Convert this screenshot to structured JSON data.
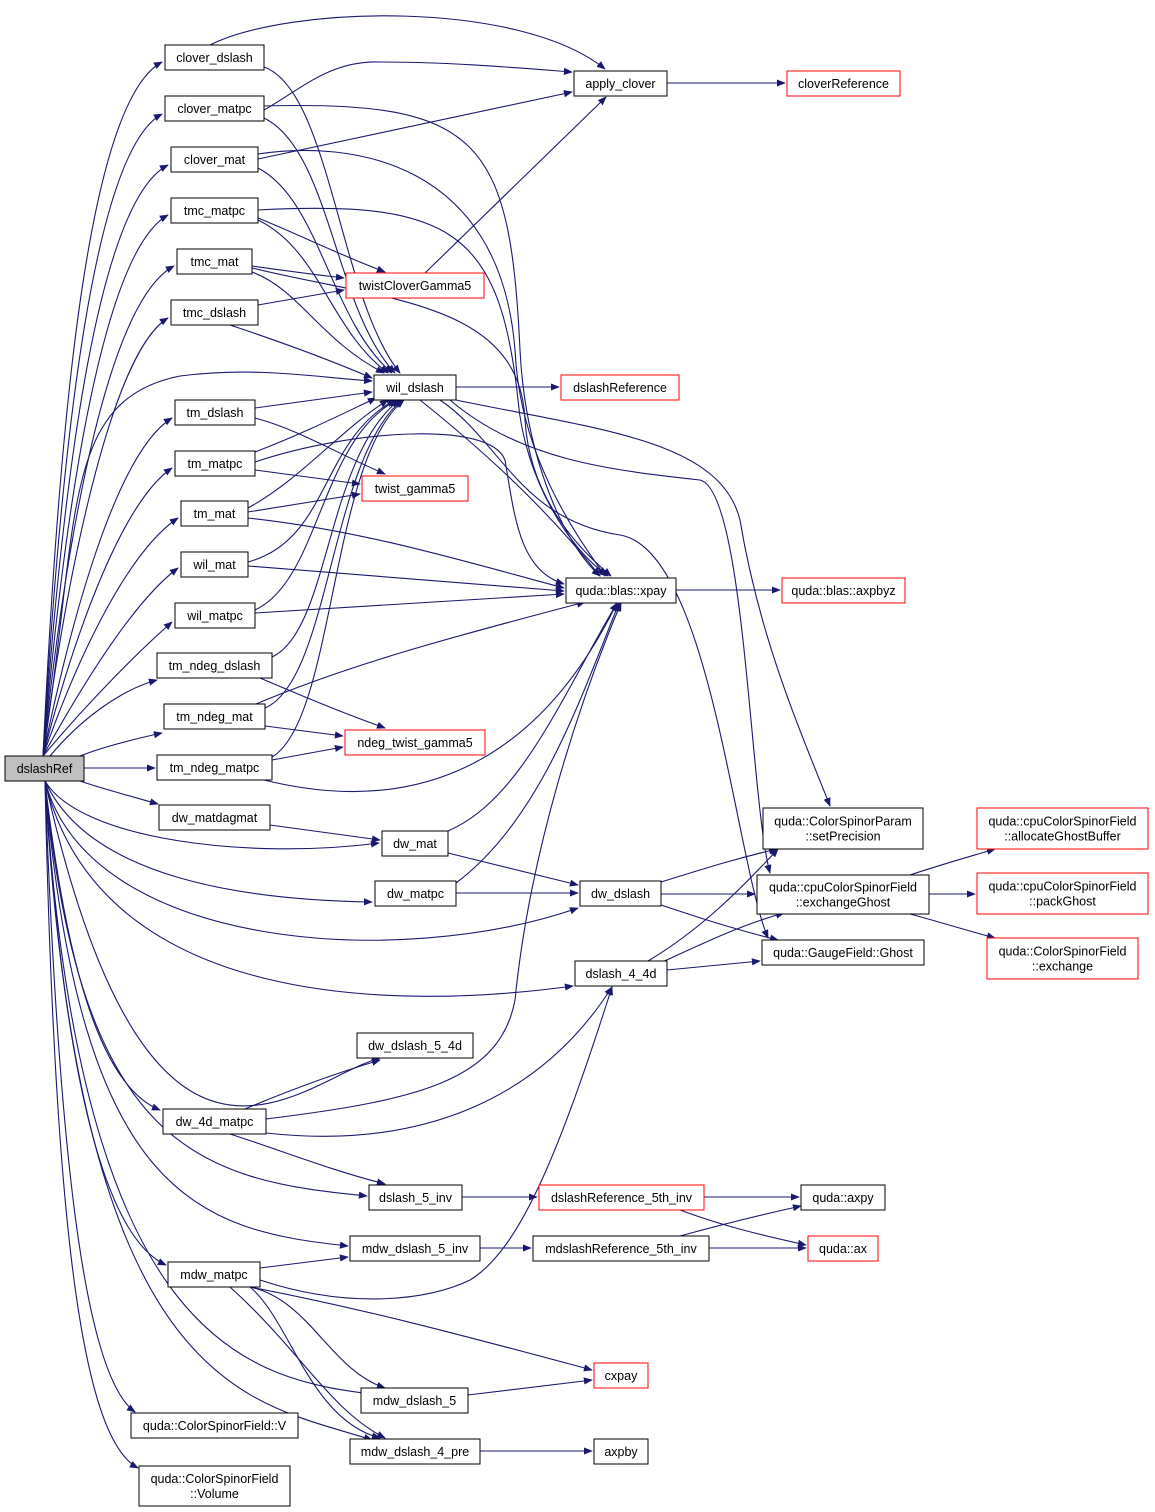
{
  "nodes": [
    {
      "id": "dslashRef",
      "lines": [
        "dslashRef"
      ],
      "root": true
    },
    {
      "id": "clover_dslash",
      "lines": [
        "clover_dslash"
      ]
    },
    {
      "id": "clover_matpc",
      "lines": [
        "clover_matpc"
      ]
    },
    {
      "id": "clover_mat",
      "lines": [
        "clover_mat"
      ]
    },
    {
      "id": "tmc_matpc",
      "lines": [
        "tmc_matpc"
      ]
    },
    {
      "id": "tmc_mat",
      "lines": [
        "tmc_mat"
      ]
    },
    {
      "id": "tmc_dslash",
      "lines": [
        "tmc_dslash"
      ]
    },
    {
      "id": "tm_dslash",
      "lines": [
        "tm_dslash"
      ]
    },
    {
      "id": "tm_matpc",
      "lines": [
        "tm_matpc"
      ]
    },
    {
      "id": "tm_mat",
      "lines": [
        "tm_mat"
      ]
    },
    {
      "id": "wil_mat",
      "lines": [
        "wil_mat"
      ]
    },
    {
      "id": "wil_matpc",
      "lines": [
        "wil_matpc"
      ]
    },
    {
      "id": "tm_ndeg_dslash",
      "lines": [
        "tm_ndeg_dslash"
      ]
    },
    {
      "id": "tm_ndeg_mat",
      "lines": [
        "tm_ndeg_mat"
      ]
    },
    {
      "id": "tm_ndeg_matpc",
      "lines": [
        "tm_ndeg_matpc"
      ]
    },
    {
      "id": "dw_matdagmat",
      "lines": [
        "dw_matdagmat"
      ]
    },
    {
      "id": "dw_4d_matpc",
      "lines": [
        "dw_4d_matpc"
      ]
    },
    {
      "id": "mdw_matpc",
      "lines": [
        "mdw_matpc"
      ]
    },
    {
      "id": "csf_V",
      "lines": [
        "quda::ColorSpinorField::V"
      ]
    },
    {
      "id": "csf_Volume",
      "lines": [
        "quda::ColorSpinorField",
        "::Volume"
      ]
    },
    {
      "id": "apply_clover",
      "lines": [
        "apply_clover"
      ]
    },
    {
      "id": "twistCloverGamma5",
      "lines": [
        "twistCloverGamma5"
      ],
      "red": true
    },
    {
      "id": "wil_dslash",
      "lines": [
        "wil_dslash"
      ]
    },
    {
      "id": "twist_gamma5",
      "lines": [
        "twist_gamma5"
      ],
      "red": true
    },
    {
      "id": "ndeg_twist_gamma5",
      "lines": [
        "ndeg_twist_gamma5"
      ],
      "red": true
    },
    {
      "id": "dw_mat",
      "lines": [
        "dw_mat"
      ]
    },
    {
      "id": "dw_matpc",
      "lines": [
        "dw_matpc"
      ]
    },
    {
      "id": "dw_dslash_5_4d",
      "lines": [
        "dw_dslash_5_4d"
      ]
    },
    {
      "id": "dslash_5_inv",
      "lines": [
        "dslash_5_inv"
      ]
    },
    {
      "id": "mdw_dslash_5_inv",
      "lines": [
        "mdw_dslash_5_inv"
      ]
    },
    {
      "id": "mdw_dslash_5",
      "lines": [
        "mdw_dslash_5"
      ]
    },
    {
      "id": "mdw_dslash_4_pre",
      "lines": [
        "mdw_dslash_4_pre"
      ]
    },
    {
      "id": "cloverReference",
      "lines": [
        "cloverReference"
      ],
      "red": true
    },
    {
      "id": "dslashReference",
      "lines": [
        "dslashReference"
      ],
      "red": true
    },
    {
      "id": "xpay",
      "lines": [
        "quda::blas::xpay"
      ]
    },
    {
      "id": "axpbyz",
      "lines": [
        "quda::blas::axpbyz"
      ],
      "red": true
    },
    {
      "id": "dw_dslash",
      "lines": [
        "dw_dslash"
      ]
    },
    {
      "id": "dslash_4_4d",
      "lines": [
        "dslash_4_4d"
      ]
    },
    {
      "id": "dslashReference_5th_inv",
      "lines": [
        "dslashReference_5th_inv"
      ],
      "red": true
    },
    {
      "id": "mdslashReference_5th_inv",
      "lines": [
        "mdslashReference_5th_inv"
      ]
    },
    {
      "id": "cxpay",
      "lines": [
        "cxpay"
      ],
      "red": true
    },
    {
      "id": "axpby",
      "lines": [
        "axpby"
      ]
    },
    {
      "id": "setPrecision",
      "lines": [
        "quda::ColorSpinorParam",
        "::setPrecision"
      ]
    },
    {
      "id": "exchangeGhost",
      "lines": [
        "quda::cpuColorSpinorField",
        "::exchangeGhost"
      ]
    },
    {
      "id": "GaugeGhost",
      "lines": [
        "quda::GaugeField::Ghost"
      ]
    },
    {
      "id": "q_axpy",
      "lines": [
        "quda::axpy"
      ]
    },
    {
      "id": "q_ax",
      "lines": [
        "quda::ax"
      ],
      "red": true
    },
    {
      "id": "allocateGhostBuffer",
      "lines": [
        "quda::cpuColorSpinorField",
        "::allocateGhostBuffer"
      ],
      "red": true
    },
    {
      "id": "packGhost",
      "lines": [
        "quda::cpuColorSpinorField",
        "::packGhost"
      ],
      "red": true
    },
    {
      "id": "csf_exchange",
      "lines": [
        "quda::ColorSpinorField",
        "::exchange"
      ],
      "red": true
    }
  ]
}
